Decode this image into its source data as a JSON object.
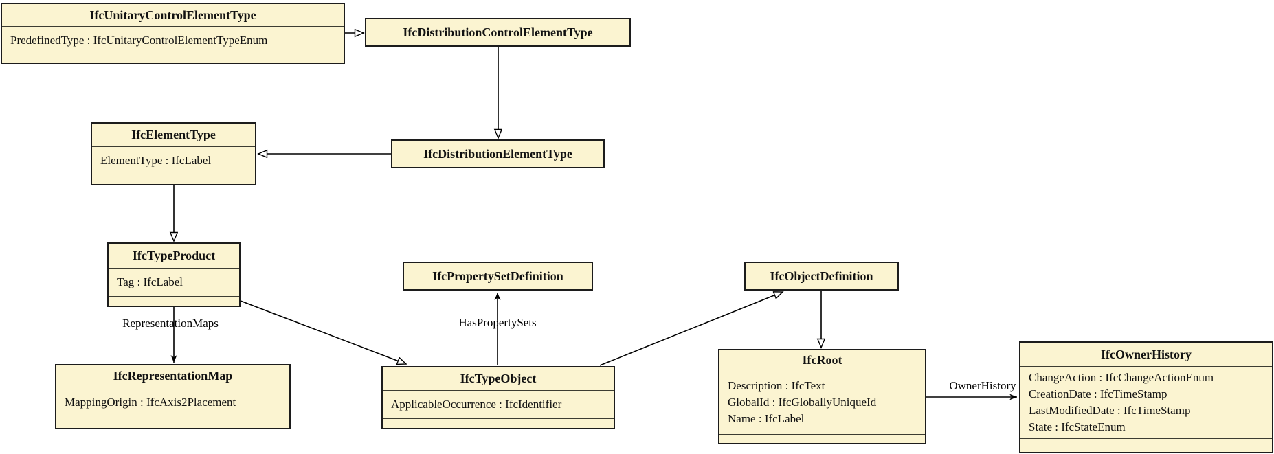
{
  "diagram": {
    "kind": "UML class diagram (IFC type hierarchy)",
    "colors": {
      "class_fill": "#FBF4D1",
      "class_border": "#1c1c1c",
      "line": "#000000",
      "background": "#ffffff"
    }
  },
  "classes": [
    {
      "title": "IfcUnitaryControlElementType",
      "attributes": [
        "PredefinedType : IfcUnitaryControlElementTypeEnum"
      ]
    },
    {
      "title": "IfcDistributionControlElementType",
      "attributes": []
    },
    {
      "title": "IfcElementType",
      "attributes": [
        "ElementType : IfcLabel"
      ]
    },
    {
      "title": "IfcDistributionElementType",
      "attributes": []
    },
    {
      "title": "IfcTypeProduct",
      "attributes": [
        "Tag : IfcLabel"
      ]
    },
    {
      "title": "IfcPropertySetDefinition",
      "attributes": []
    },
    {
      "title": "IfcObjectDefinition",
      "attributes": []
    },
    {
      "title": "IfcRepresentationMap",
      "attributes": [
        "MappingOrigin : IfcAxis2Placement"
      ]
    },
    {
      "title": "IfcTypeObject",
      "attributes": [
        "ApplicableOccurrence : IfcIdentifier"
      ]
    },
    {
      "title": "IfcRoot",
      "attributes": [
        "Description : IfcText",
        "GlobalId : IfcGloballyUniqueId",
        "Name : IfcLabel"
      ]
    },
    {
      "title": "IfcOwnerHistory",
      "attributes": [
        "ChangeAction : IfcChangeActionEnum",
        "CreationDate : IfcTimeStamp",
        "LastModifiedDate : IfcTimeStamp",
        "State : IfcStateEnum"
      ]
    }
  ],
  "edge_labels": {
    "representation_maps": "RepresentationMaps",
    "has_property_sets": "HasPropertySets",
    "owner_history": "OwnerHistory"
  }
}
